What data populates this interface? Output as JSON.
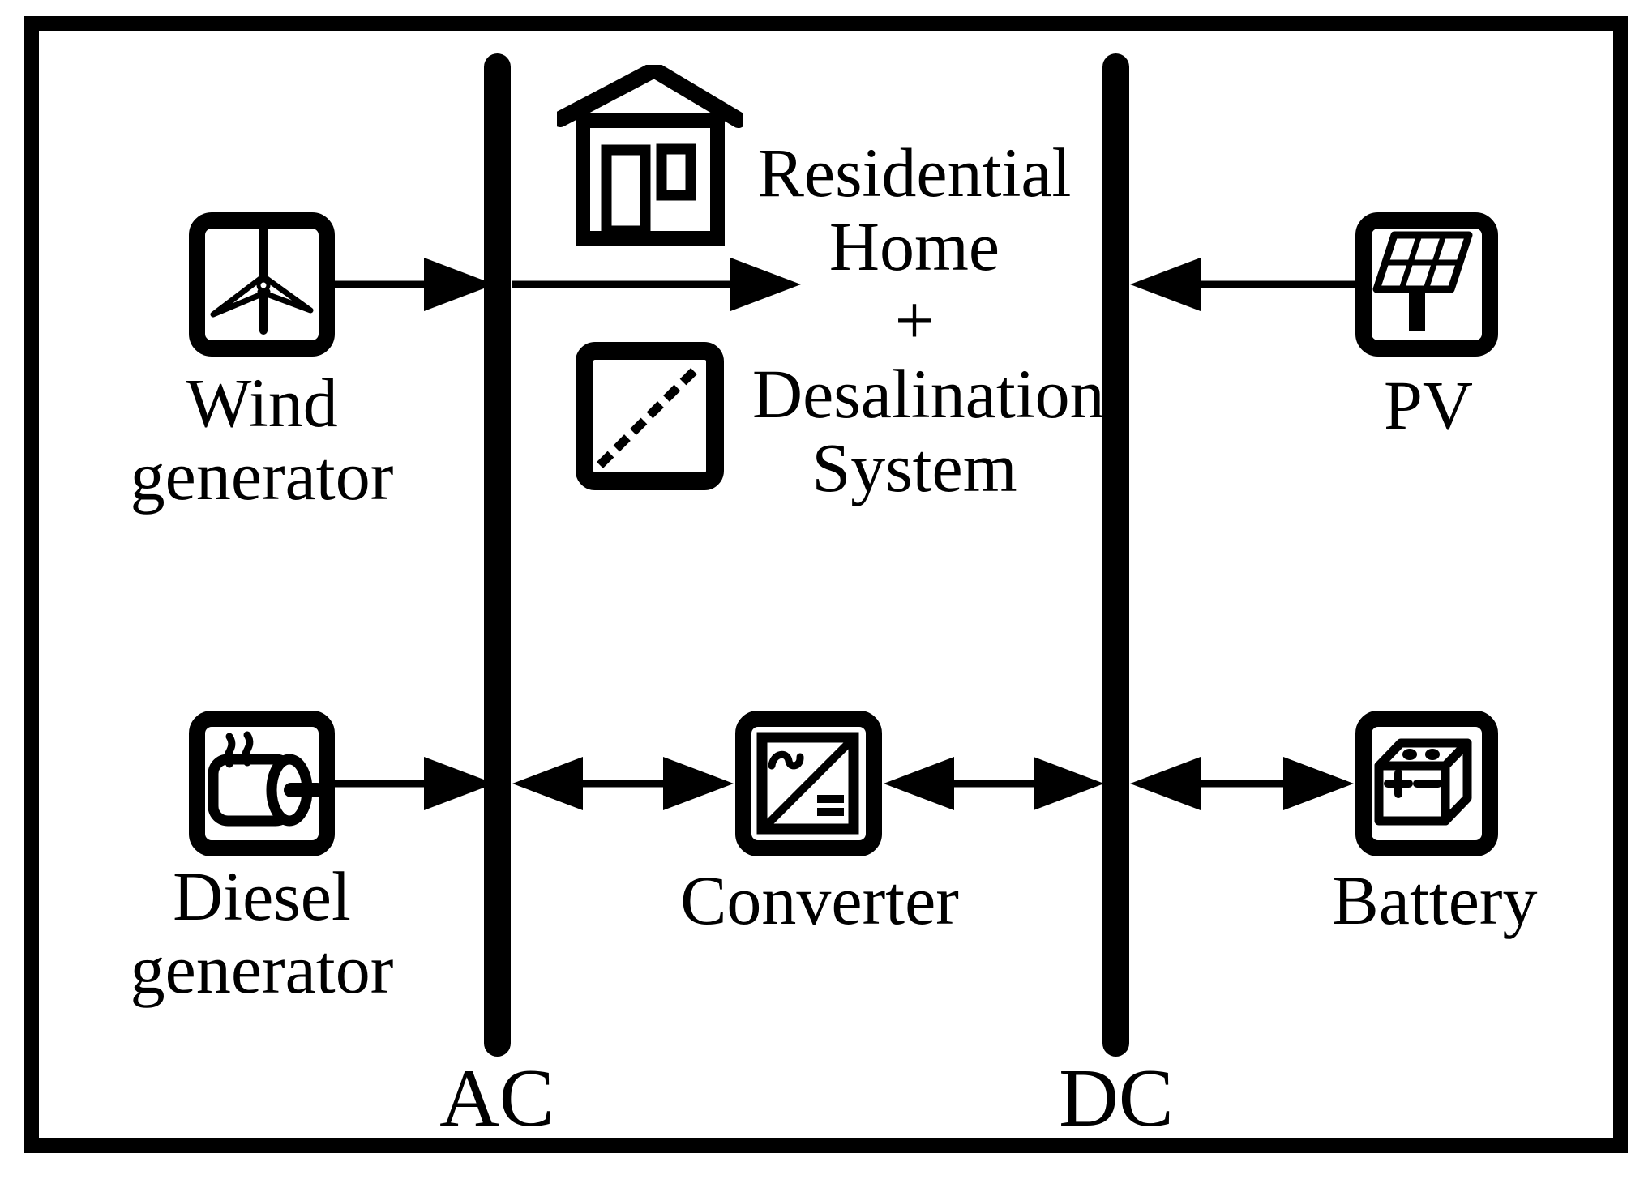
{
  "colors": {
    "ink": "#000000",
    "paper": "#ffffff"
  },
  "buses": {
    "ac": {
      "label": "AC"
    },
    "dc": {
      "label": "DC"
    }
  },
  "nodes": {
    "wind": {
      "label": [
        "Wind",
        "generator"
      ],
      "icon": "wind-turbine-icon"
    },
    "diesel": {
      "label": [
        "Diesel",
        "generator"
      ],
      "icon": "diesel-engine-icon"
    },
    "pv": {
      "label": "PV",
      "icon": "solar-panel-icon"
    },
    "battery": {
      "label": "Battery",
      "icon": "battery-icon"
    },
    "converter": {
      "label": "Converter",
      "icon": "ac-dc-converter-icon"
    },
    "load": {
      "label": [
        "Residential",
        "Home",
        "+",
        "Desalination",
        "System"
      ],
      "icons": [
        "house-icon",
        "desalination-unit-icon"
      ]
    }
  },
  "connections": [
    {
      "name": "wind-to-ac-bus",
      "direction": "right"
    },
    {
      "name": "ac-bus-to-load",
      "direction": "right"
    },
    {
      "name": "pv-to-dc-bus",
      "direction": "left"
    },
    {
      "name": "diesel-to-ac-bus",
      "direction": "right"
    },
    {
      "name": "ac-bus-converter",
      "direction": "both"
    },
    {
      "name": "converter-dc-bus",
      "direction": "both"
    },
    {
      "name": "dc-bus-battery",
      "direction": "both"
    }
  ]
}
